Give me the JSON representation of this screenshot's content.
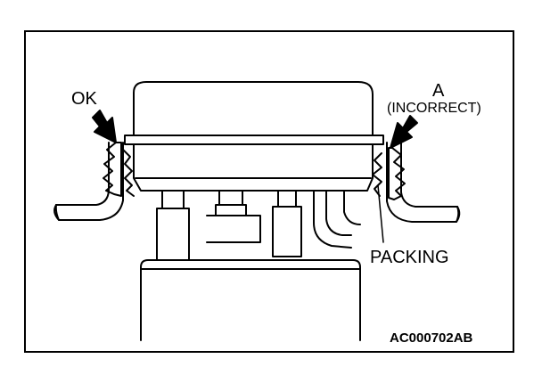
{
  "labels": {
    "ok": "OK",
    "a": "A",
    "incorrect": "(INCORRECT)",
    "packing": "PACKING",
    "code": "AC000702AB"
  },
  "colors": {
    "line": "#000000",
    "background": "#ffffff"
  }
}
